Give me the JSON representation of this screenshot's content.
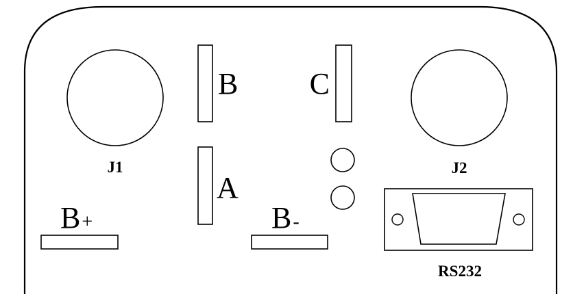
{
  "panel": {
    "connectors": {
      "j1": {
        "label": "J1"
      },
      "j2": {
        "label": "J2"
      },
      "rs232": {
        "label": "RS232"
      }
    },
    "terminals": {
      "a": {
        "label": "A"
      },
      "b": {
        "label": "B"
      },
      "c": {
        "label": "C"
      }
    },
    "battery": {
      "plus": {
        "letter": "B",
        "sign": "+"
      },
      "minus": {
        "letter": "B",
        "sign": "-"
      }
    },
    "colors": {
      "stroke": "#000000",
      "background": "#ffffff"
    }
  }
}
